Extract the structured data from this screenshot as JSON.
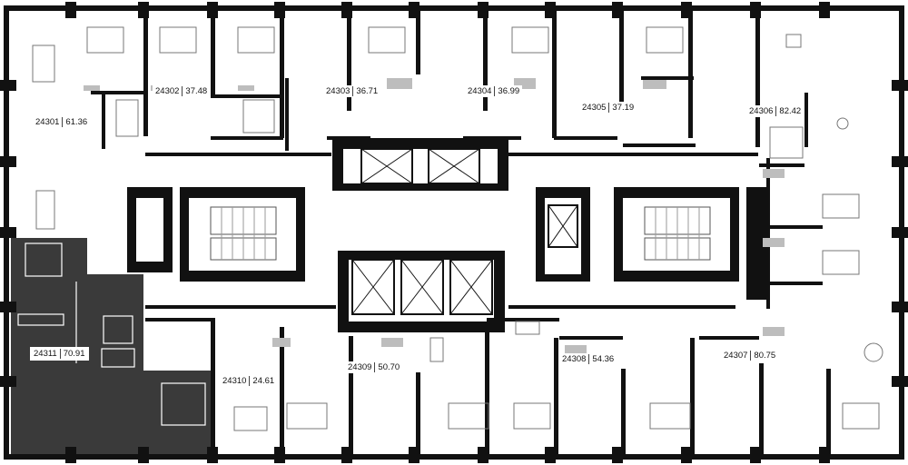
{
  "floorplan": {
    "selected_unit": "24311",
    "colors": {
      "wall": "#111111",
      "selected": "#3a3a3a",
      "background": "#ffffff",
      "fixture": "#bdbdbd"
    },
    "units": [
      {
        "number": "24301",
        "area": "61.36"
      },
      {
        "number": "24302",
        "area": "37.48"
      },
      {
        "number": "24303",
        "area": "36.71"
      },
      {
        "number": "24304",
        "area": "36.99"
      },
      {
        "number": "24305",
        "area": "37.19"
      },
      {
        "number": "24306",
        "area": "82.42"
      },
      {
        "number": "24307",
        "area": "80.75"
      },
      {
        "number": "24308",
        "area": "54.36"
      },
      {
        "number": "24309",
        "area": "50.70"
      },
      {
        "number": "24310",
        "area": "24.61"
      },
      {
        "number": "24311",
        "area": "70.91"
      }
    ]
  }
}
